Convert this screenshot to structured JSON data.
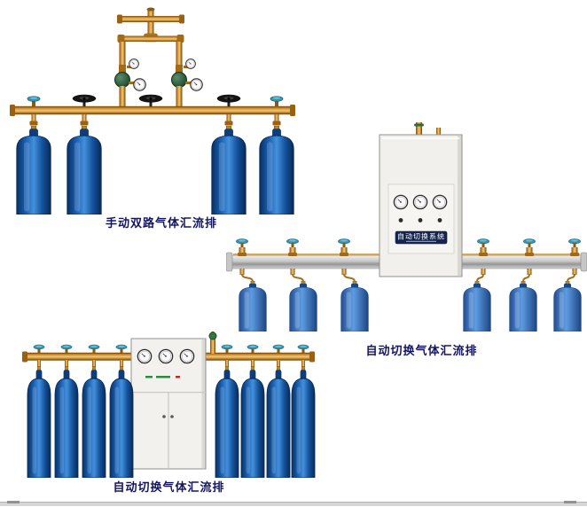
{
  "page": {
    "background": "#ffffff"
  },
  "products": [
    {
      "id": "manual-dual-gas-manifold",
      "caption": "手动双路气体汇流排",
      "cylinder_count": 4,
      "gauge_count": 4,
      "regulator_count": 2
    },
    {
      "id": "auto-switch-gas-manifold-wall",
      "caption": "自动切换气体汇流排",
      "cabinet_label": "自动切换系统",
      "cylinder_count": 6,
      "gauge_count": 3
    },
    {
      "id": "auto-switch-gas-manifold-floor",
      "caption": "自动切换气体汇流排",
      "cylinder_count": 8,
      "gauge_count": 3
    }
  ],
  "colors": {
    "cylinder_blue_dark": "#083063",
    "cylinder_blue_highlight": "#4490dc",
    "cylinder_blue_small": "#5e9ce2",
    "brass_pipe": "#d89a3a",
    "teal_valve": "#2e95b5",
    "cabinet_body": "#f1f0ec",
    "label_plate": "#16254e",
    "caption_text": "#15155f",
    "rail_silver": "#c6c6c6"
  }
}
